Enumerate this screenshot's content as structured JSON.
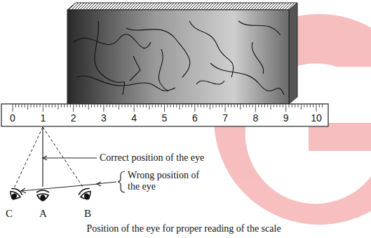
{
  "diagram": {
    "caption": "Position of the eye for proper reading of the scale",
    "nodes": [
      {
        "text": [
          "0",
          "1",
          "2",
          "3",
          "4",
          "5",
          "6",
          "7",
          "8",
          "9",
          "10"
        ]
      }
    ],
    "labels": [
      "Correct position of the eye",
      "Wrong position of the eye",
      "A",
      "B",
      "C"
    ]
  }
}
